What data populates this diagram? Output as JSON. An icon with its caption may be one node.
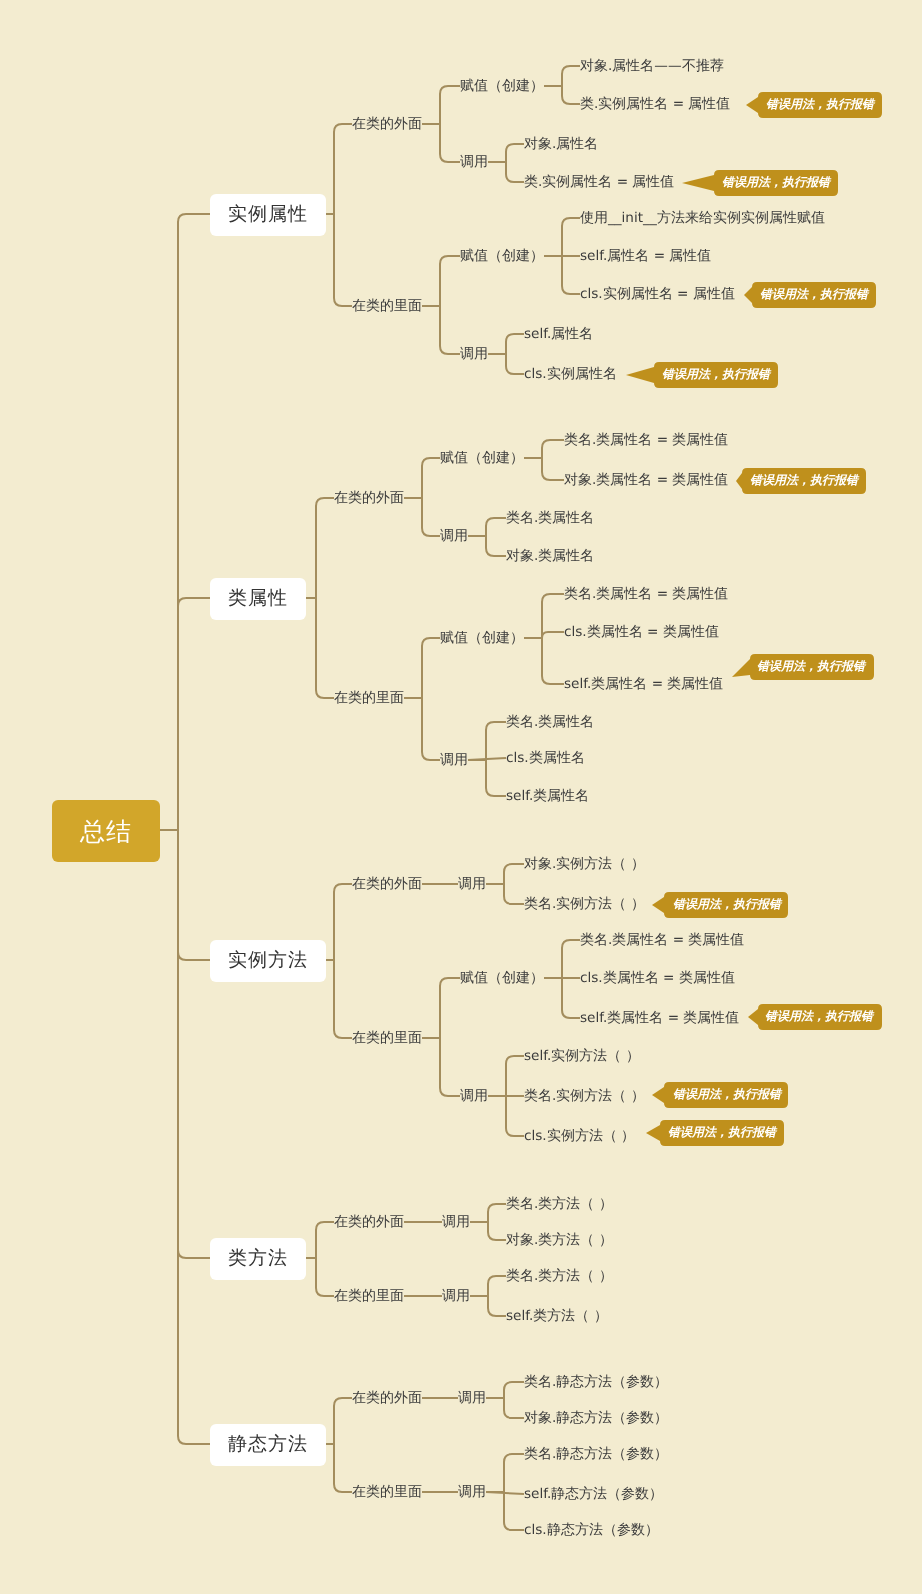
{
  "diagram": {
    "nodes": [
      {
        "text": [
          "总结"
        ]
      },
      {
        "text": [
          "实例属性"
        ]
      },
      {
        "text": [
          "在类的外面"
        ]
      },
      {
        "text": [
          "赋值（创建）"
        ]
      },
      {
        "text": [
          "对象.属性名——不推荐"
        ]
      },
      {
        "text": [
          "类.实例属性名 = 属性值"
        ]
      },
      {
        "text": [
          "错误用法，执行报错"
        ]
      },
      {
        "text": [
          "调用"
        ]
      },
      {
        "text": [
          "对象.属性名"
        ]
      },
      {
        "text": [
          "类.实例属性名 = 属性值"
        ]
      },
      {
        "text": [
          "错误用法，执行报错"
        ]
      },
      {
        "text": [
          "在类的里面"
        ]
      },
      {
        "text": [
          "赋值（创建）"
        ]
      },
      {
        "text": [
          "使用__init__方法来给实例实例属性赋值"
        ]
      },
      {
        "text": [
          "self.属性名 = 属性值"
        ]
      },
      {
        "text": [
          "cls.实例属性名 = 属性值"
        ]
      },
      {
        "text": [
          "错误用法，执行报错"
        ]
      },
      {
        "text": [
          "调用"
        ]
      },
      {
        "text": [
          "self.属性名"
        ]
      },
      {
        "text": [
          "cls.实例属性名"
        ]
      },
      {
        "text": [
          "错误用法，执行报错"
        ]
      },
      {
        "text": [
          "类属性"
        ]
      },
      {
        "text": [
          "在类的外面"
        ]
      },
      {
        "text": [
          "赋值（创建）"
        ]
      },
      {
        "text": [
          "类名.类属性名 = 类属性值"
        ]
      },
      {
        "text": [
          "对象.类属性名 = 类属性值"
        ]
      },
      {
        "text": [
          "错误用法，执行报错"
        ]
      },
      {
        "text": [
          "调用"
        ]
      },
      {
        "text": [
          "类名.类属性名"
        ]
      },
      {
        "text": [
          "对象.类属性名"
        ]
      },
      {
        "text": [
          "在类的里面"
        ]
      },
      {
        "text": [
          "赋值（创建）"
        ]
      },
      {
        "text": [
          "类名.类属性名 = 类属性值"
        ]
      },
      {
        "text": [
          "cls.类属性名 = 类属性值"
        ]
      },
      {
        "text": [
          "self.类属性名 = 类属性值"
        ]
      },
      {
        "text": [
          "错误用法，执行报错"
        ]
      },
      {
        "text": [
          "调用"
        ]
      },
      {
        "text": [
          "类名.类属性名"
        ]
      },
      {
        "text": [
          "cls.类属性名"
        ]
      },
      {
        "text": [
          "self.类属性名"
        ]
      },
      {
        "text": [
          "实例方法"
        ]
      },
      {
        "text": [
          "在类的外面"
        ]
      },
      {
        "text": [
          "调用"
        ]
      },
      {
        "text": [
          "对象.实例方法（ ）"
        ]
      },
      {
        "text": [
          "类名.实例方法（ ）"
        ]
      },
      {
        "text": [
          "错误用法，执行报错"
        ]
      },
      {
        "text": [
          "在类的里面"
        ]
      },
      {
        "text": [
          "赋值（创建）"
        ]
      },
      {
        "text": [
          "类名.类属性名 = 类属性值"
        ]
      },
      {
        "text": [
          "cls.类属性名 = 类属性值"
        ]
      },
      {
        "text": [
          "self.类属性名 = 类属性值"
        ]
      },
      {
        "text": [
          "错误用法，执行报错"
        ]
      },
      {
        "text": [
          "调用"
        ]
      },
      {
        "text": [
          "self.实例方法（ ）"
        ]
      },
      {
        "text": [
          "类名.实例方法（ ）"
        ]
      },
      {
        "text": [
          "错误用法，执行报错"
        ]
      },
      {
        "text": [
          "cls.实例方法（ ）"
        ]
      },
      {
        "text": [
          "错误用法，执行报错"
        ]
      },
      {
        "text": [
          "类方法"
        ]
      },
      {
        "text": [
          "在类的外面"
        ]
      },
      {
        "text": [
          "调用"
        ]
      },
      {
        "text": [
          "类名.类方法（ ）"
        ]
      },
      {
        "text": [
          "对象.类方法（ ）"
        ]
      },
      {
        "text": [
          "在类的里面"
        ]
      },
      {
        "text": [
          "调用"
        ]
      },
      {
        "text": [
          "类名.类方法（ ）"
        ]
      },
      {
        "text": [
          "self.类方法（ ）"
        ]
      },
      {
        "text": [
          "静态方法"
        ]
      },
      {
        "text": [
          "在类的外面"
        ]
      },
      {
        "text": [
          "调用"
        ]
      },
      {
        "text": [
          "类名.静态方法（参数）"
        ]
      },
      {
        "text": [
          "对象.静态方法（参数）"
        ]
      },
      {
        "text": [
          "在类的里面"
        ]
      },
      {
        "text": [
          "调用"
        ]
      },
      {
        "text": [
          "类名.静态方法（参数）"
        ]
      },
      {
        "text": [
          "self.静态方法（参数）"
        ]
      },
      {
        "text": [
          "cls.静态方法（参数）"
        ]
      }
    ],
    "edges": [
      {
        "from": 0,
        "to": 1,
        "arrow": "none"
      },
      {
        "from": 1,
        "to": 2,
        "arrow": "none"
      },
      {
        "from": 2,
        "to": 3,
        "arrow": "none"
      },
      {
        "from": 3,
        "to": 4,
        "arrow": "none"
      },
      {
        "from": 3,
        "to": 5,
        "arrow": "none"
      },
      {
        "from": 2,
        "to": 7,
        "arrow": "none"
      },
      {
        "from": 7,
        "to": 8,
        "arrow": "none"
      },
      {
        "from": 7,
        "to": 9,
        "arrow": "none"
      },
      {
        "from": 1,
        "to": 11,
        "arrow": "none"
      },
      {
        "from": 11,
        "to": 12,
        "arrow": "none"
      },
      {
        "from": 12,
        "to": 13,
        "arrow": "none"
      },
      {
        "from": 12,
        "to": 14,
        "arrow": "none"
      },
      {
        "from": 12,
        "to": 15,
        "arrow": "none"
      },
      {
        "from": 11,
        "to": 17,
        "arrow": "none"
      },
      {
        "from": 17,
        "to": 18,
        "arrow": "none"
      },
      {
        "from": 17,
        "to": 19,
        "arrow": "none"
      },
      {
        "from": 0,
        "to": 21,
        "arrow": "none"
      },
      {
        "from": 21,
        "to": 22,
        "arrow": "none"
      },
      {
        "from": 22,
        "to": 23,
        "arrow": "none"
      },
      {
        "from": 23,
        "to": 24,
        "arrow": "none"
      },
      {
        "from": 23,
        "to": 25,
        "arrow": "none"
      },
      {
        "from": 22,
        "to": 27,
        "arrow": "none"
      },
      {
        "from": 27,
        "to": 28,
        "arrow": "none"
      },
      {
        "from": 27,
        "to": 29,
        "arrow": "none"
      },
      {
        "from": 21,
        "to": 30,
        "arrow": "none"
      },
      {
        "from": 30,
        "to": 31,
        "arrow": "none"
      },
      {
        "from": 31,
        "to": 32,
        "arrow": "none"
      },
      {
        "from": 31,
        "to": 33,
        "arrow": "none"
      },
      {
        "from": 31,
        "to": 34,
        "arrow": "none"
      },
      {
        "from": 30,
        "to": 36,
        "arrow": "none"
      },
      {
        "from": 36,
        "to": 37,
        "arrow": "none"
      },
      {
        "from": 36,
        "to": 38,
        "arrow": "none"
      },
      {
        "from": 36,
        "to": 39,
        "arrow": "none"
      },
      {
        "from": 0,
        "to": 40,
        "arrow": "none"
      },
      {
        "from": 40,
        "to": 41,
        "arrow": "none"
      },
      {
        "from": 41,
        "to": 42,
        "arrow": "none"
      },
      {
        "from": 42,
        "to": 43,
        "arrow": "none"
      },
      {
        "from": 42,
        "to": 44,
        "arrow": "none"
      },
      {
        "from": 40,
        "to": 46,
        "arrow": "none"
      },
      {
        "from": 46,
        "to": 47,
        "arrow": "none"
      },
      {
        "from": 47,
        "to": 48,
        "arrow": "none"
      },
      {
        "from": 47,
        "to": 49,
        "arrow": "none"
      },
      {
        "from": 47,
        "to": 50,
        "arrow": "none"
      },
      {
        "from": 46,
        "to": 52,
        "arrow": "none"
      },
      {
        "from": 52,
        "to": 53,
        "arrow": "none"
      },
      {
        "from": 52,
        "to": 54,
        "arrow": "none"
      },
      {
        "from": 52,
        "to": 56,
        "arrow": "none"
      },
      {
        "from": 0,
        "to": 58,
        "arrow": "none"
      },
      {
        "from": 58,
        "to": 59,
        "arrow": "none"
      },
      {
        "from": 59,
        "to": 60,
        "arrow": "none"
      },
      {
        "from": 60,
        "to": 61,
        "arrow": "none"
      },
      {
        "from": 60,
        "to": 62,
        "arrow": "none"
      },
      {
        "from": 58,
        "to": 63,
        "arrow": "none"
      },
      {
        "from": 63,
        "to": 64,
        "arrow": "none"
      },
      {
        "from": 64,
        "to": 65,
        "arrow": "none"
      },
      {
        "from": 64,
        "to": 66,
        "arrow": "none"
      },
      {
        "from": 0,
        "to": 67,
        "arrow": "none"
      },
      {
        "from": 67,
        "to": 68,
        "arrow": "none"
      },
      {
        "from": 68,
        "to": 69,
        "arrow": "none"
      },
      {
        "from": 69,
        "to": 70,
        "arrow": "none"
      },
      {
        "from": 69,
        "to": 71,
        "arrow": "none"
      },
      {
        "from": 67,
        "to": 72,
        "arrow": "none"
      },
      {
        "from": 72,
        "to": 73,
        "arrow": "none"
      },
      {
        "from": 73,
        "to": 74,
        "arrow": "none"
      },
      {
        "from": 73,
        "to": 75,
        "arrow": "none"
      },
      {
        "from": 73,
        "to": 76,
        "arrow": "none"
      }
    ]
  }
}
